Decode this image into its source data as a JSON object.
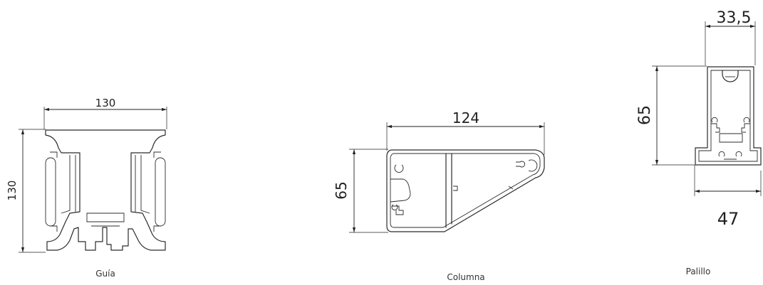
{
  "profiles": [
    {
      "caption": "Guía",
      "width_dim": "130",
      "height_dim": "130"
    },
    {
      "caption": "Columna",
      "width_dim": "124",
      "height_dim": "65"
    },
    {
      "caption": "Palillo",
      "top_width_dim": "33,5",
      "height_dim": "65",
      "bottom_width_dim": "47"
    }
  ],
  "colors": {
    "line": "#2b2b2b",
    "background": "#ffffff"
  }
}
